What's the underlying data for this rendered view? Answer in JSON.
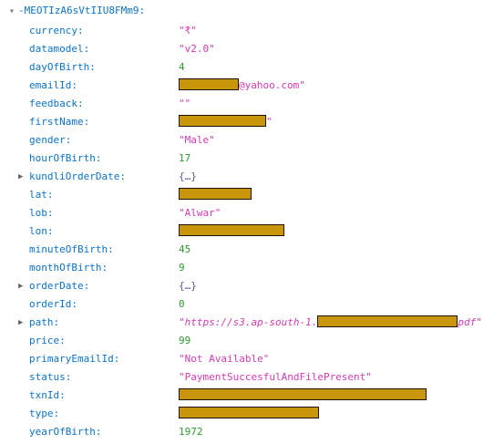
{
  "root": {
    "toggle": "▾",
    "label": "-MEOTIzA6sVtIIU8FMm9:"
  },
  "colors": {
    "key": "#0b73c8",
    "string": "#d63ab6",
    "number": "#2e9b2e",
    "redaction": "#c9950b"
  },
  "rows": {
    "currency": {
      "key": "currency:",
      "value": "\"₹\""
    },
    "datamodel": {
      "key": "datamodel:",
      "value": "\"v2.0\""
    },
    "dayOfBirth": {
      "key": "dayOfBirth:",
      "value": "4"
    },
    "emailId": {
      "key": "emailId:",
      "suffix": "@yahoo.com\""
    },
    "feedback": {
      "key": "feedback:",
      "value": "\"\""
    },
    "firstName": {
      "key": "firstName:",
      "suffix": "\""
    },
    "gender": {
      "key": "gender:",
      "value": "\"Male\""
    },
    "hourOfBirth": {
      "key": "hourOfBirth:",
      "value": "17"
    },
    "kundliOrderDate": {
      "toggle": "▶",
      "key": "kundliOrderDate:",
      "value": "{…}"
    },
    "lat": {
      "key": "lat:"
    },
    "lob": {
      "key": "lob:",
      "value": "\"Alwar\""
    },
    "lon": {
      "key": "lon:"
    },
    "minuteOfBirth": {
      "key": "minuteOfBirth:",
      "value": "45"
    },
    "monthOfBirth": {
      "key": "monthOfBirth:",
      "value": "9"
    },
    "orderDate": {
      "toggle": "▶",
      "key": "orderDate:",
      "value": "{…}"
    },
    "orderId": {
      "key": "orderId:",
      "value": "0"
    },
    "path": {
      "toggle": "▶",
      "key": "path:",
      "prefix": "\"https://s3.ap-south-1.",
      "suffix": "pdf\""
    },
    "price": {
      "key": "price:",
      "value": "99"
    },
    "primaryEmailId": {
      "key": "primaryEmailId:",
      "value": "\"Not Available\""
    },
    "status": {
      "key": "status:",
      "value": "\"PaymentSuccesfulAndFilePresent\""
    },
    "txnId": {
      "key": "txnId:"
    },
    "type": {
      "key": "type:"
    },
    "yearOfBirth": {
      "key": "yearOfBirth:",
      "value": "1972"
    }
  }
}
